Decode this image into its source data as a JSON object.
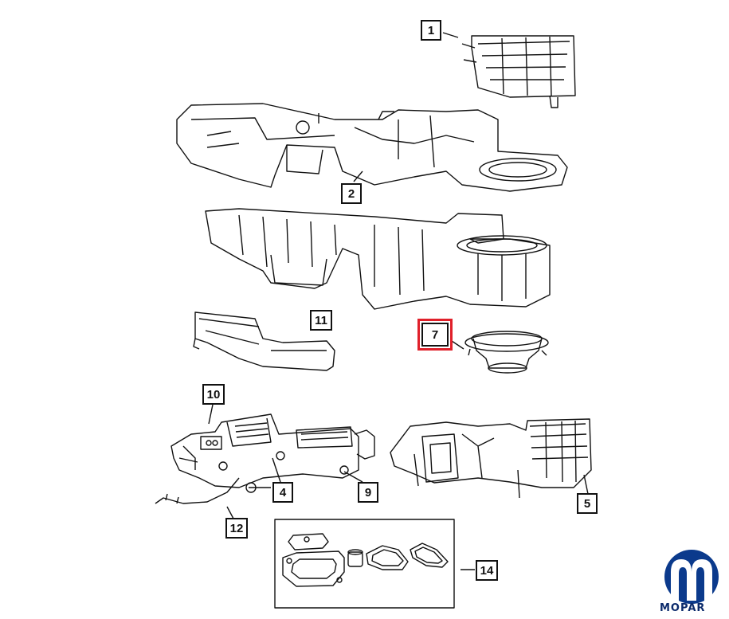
{
  "diagram": {
    "callouts": [
      {
        "id": "1",
        "label": "1"
      },
      {
        "id": "2",
        "label": "2"
      },
      {
        "id": "4",
        "label": "4"
      },
      {
        "id": "5",
        "label": "5"
      },
      {
        "id": "7",
        "label": "7",
        "highlighted": true
      },
      {
        "id": "9",
        "label": "9"
      },
      {
        "id": "10",
        "label": "10"
      },
      {
        "id": "11",
        "label": "11"
      },
      {
        "id": "12",
        "label": "12"
      },
      {
        "id": "14",
        "label": "14"
      }
    ],
    "highlight_color": "#e0202a",
    "line_color": "#111111"
  },
  "brand": {
    "logo_icon": "mopar-logo",
    "logo_color": "#0b3a8c",
    "wordmark": "MOPAR"
  }
}
